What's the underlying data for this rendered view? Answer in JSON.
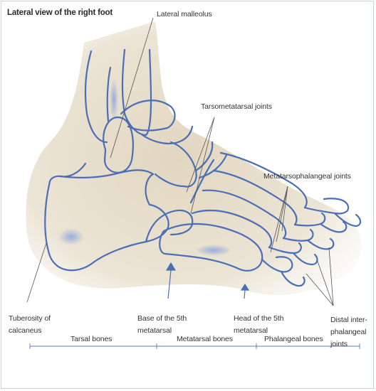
{
  "title": "Lateral view of the right foot",
  "labels": {
    "lateral_malleolus": "Lateral malleolus",
    "tarsometatarsal_joints": "Tarsometatarsal joints",
    "metatarsophalangeal_joints": "Metatarsophalangeal joints",
    "tuberosity_line1": "Tuberosity of",
    "tuberosity_line2": "calcaneus",
    "base5_line1": "Base of the 5th",
    "base5_line2": "metatarsal",
    "head5_line1": "Head of the 5th",
    "head5_line2": "metatarsal",
    "distal_line1": "Distal inter-",
    "distal_line2": "phalangeal",
    "distal_line3": "joints"
  },
  "groups": {
    "tarsal": "Tarsal bones",
    "metatarsal": "Metatarsal bones",
    "phalangeal": "Phalangeal bones"
  },
  "colors": {
    "skin": "#e6dcc8",
    "bone_line": "#4a6fb5",
    "bone_highlight": "#8fa6de",
    "leader": "#555555",
    "scale_line": "#5a7db3"
  }
}
